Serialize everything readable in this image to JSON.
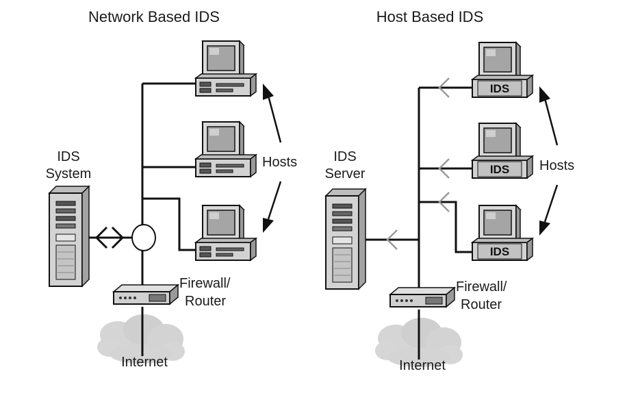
{
  "network": {
    "title": "Network Based IDS",
    "ids_label_line1": "IDS",
    "ids_label_line2": "System",
    "hosts_label": "Hosts",
    "firewall_line1": "Firewall/",
    "firewall_line2": "Router",
    "internet_label": "Internet"
  },
  "host": {
    "title": "Host Based IDS",
    "ids_label_line1": "IDS",
    "ids_label_line2": "Server",
    "hosts_label": "Hosts",
    "firewall_line1": "Firewall/",
    "firewall_line2": "Router",
    "internet_label": "Internet",
    "host_ids_badges": [
      "IDS",
      "IDS",
      "IDS"
    ]
  },
  "colors": {
    "line": "#111111",
    "device_face": "#d6d6d6",
    "device_dark": "#8c8c8c",
    "screen": "#9e9e9e",
    "cloud": "#d2d2d2"
  }
}
